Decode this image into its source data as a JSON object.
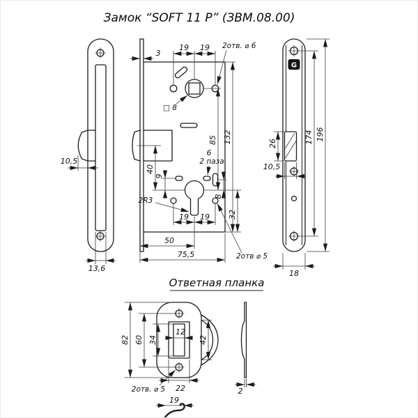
{
  "drawing": {
    "title": "Замок “SOFT 11 P” (ЗВМ.08.00)",
    "strike_section_title": "Ответная планка"
  },
  "lock_view": {
    "faceplate_offset": "3",
    "top_pitch_left": "19",
    "top_pitch_right": "19",
    "top_holes_note": "2отв. ⌀ 6",
    "square_follower": "□ 8",
    "axes_distance": "85",
    "case_height": "132",
    "latch_to_cylinder": "40",
    "groove_offset": "9",
    "groove_width": "6",
    "grooves_note": "2 паза",
    "cylinder_radii": "2R3",
    "bottom_pitch_left": "19",
    "bottom_pitch_right": "19",
    "slot_offset": "8",
    "cylinder_to_bottom": "32",
    "backset": "50",
    "case_depth": "75,5",
    "bottom_holes_note": "2отв ⌀ 5"
  },
  "latch_view": {
    "latch_throw": "10,5",
    "case_width": "13,6"
  },
  "faceplate_view": {
    "latch_height": "26",
    "latch_width": "10,5",
    "screw_pitch": "174",
    "plate_length": "196",
    "plate_width": "18",
    "logo_letter": "G"
  },
  "strike_view": {
    "plate_length": "82",
    "screw_pitch": "60",
    "window_height": "34",
    "window_width": "12",
    "flange_length": "42",
    "holes_note": "2отв. ⌀ 5",
    "recess_width": "22",
    "lip_length": "19",
    "thickness": "2"
  }
}
